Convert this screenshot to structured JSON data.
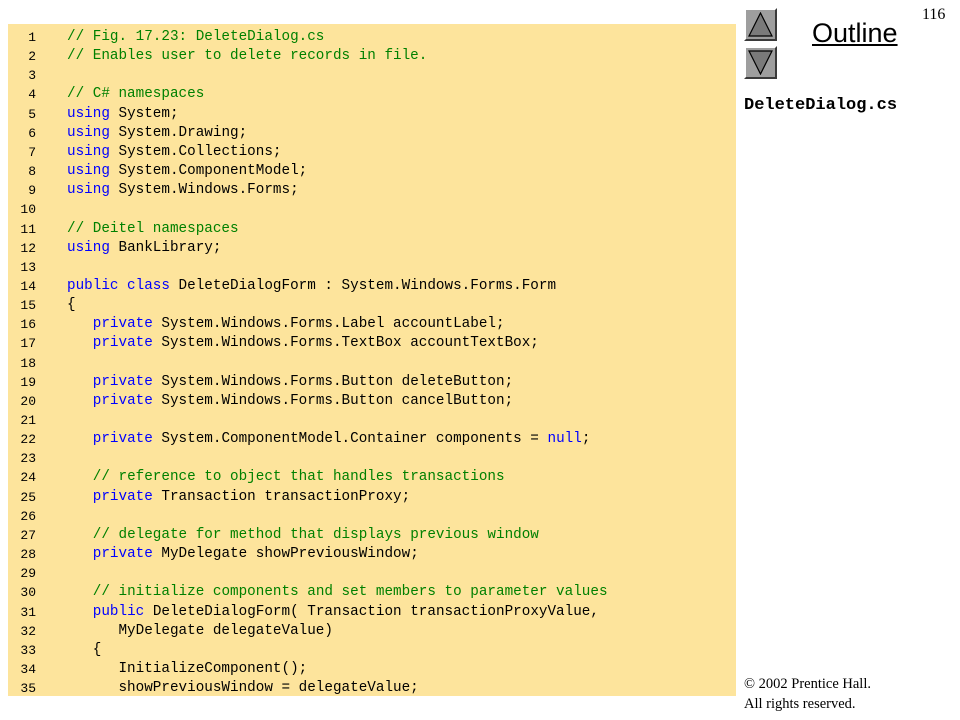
{
  "page_number": "116",
  "outline_label": "Outline",
  "file_label": "DeleteDialog.cs",
  "nav": {
    "up_icon": "triangle-up-icon",
    "down_icon": "triangle-down-icon"
  },
  "colors": {
    "code_background": "#fde49c",
    "keyword": "#0000ff",
    "comment": "#008000"
  },
  "copyright": {
    "line1": "© 2002 Prentice Hall.",
    "line2": "All rights reserved."
  },
  "code_lines": [
    {
      "n": "1",
      "segs": [
        {
          "t": "// Fig. 17.23: DeleteDialog.cs",
          "c": "cm"
        }
      ]
    },
    {
      "n": "2",
      "segs": [
        {
          "t": "// Enables user to delete records in file.",
          "c": "cm"
        }
      ]
    },
    {
      "n": "3",
      "segs": []
    },
    {
      "n": "4",
      "segs": [
        {
          "t": "// C# namespaces",
          "c": "cm"
        }
      ]
    },
    {
      "n": "5",
      "segs": [
        {
          "t": "using",
          "c": "kw"
        },
        {
          "t": " System;",
          "c": ""
        }
      ]
    },
    {
      "n": "6",
      "segs": [
        {
          "t": "using",
          "c": "kw"
        },
        {
          "t": " System.Drawing;",
          "c": ""
        }
      ]
    },
    {
      "n": "7",
      "segs": [
        {
          "t": "using",
          "c": "kw"
        },
        {
          "t": " System.Collections;",
          "c": ""
        }
      ]
    },
    {
      "n": "8",
      "segs": [
        {
          "t": "using",
          "c": "kw"
        },
        {
          "t": " System.ComponentModel;",
          "c": ""
        }
      ]
    },
    {
      "n": "9",
      "segs": [
        {
          "t": "using",
          "c": "kw"
        },
        {
          "t": " System.Windows.Forms;",
          "c": ""
        }
      ]
    },
    {
      "n": "10",
      "segs": []
    },
    {
      "n": "11",
      "segs": [
        {
          "t": "// Deitel namespaces",
          "c": "cm"
        }
      ]
    },
    {
      "n": "12",
      "segs": [
        {
          "t": "using",
          "c": "kw"
        },
        {
          "t": " BankLibrary;",
          "c": ""
        }
      ]
    },
    {
      "n": "13",
      "segs": []
    },
    {
      "n": "14",
      "segs": [
        {
          "t": "public class",
          "c": "kw"
        },
        {
          "t": " DeleteDialogForm : System.Windows.Forms.Form",
          "c": ""
        }
      ]
    },
    {
      "n": "15",
      "segs": [
        {
          "t": "{",
          "c": ""
        }
      ]
    },
    {
      "n": "16",
      "segs": [
        {
          "t": "   ",
          "c": ""
        },
        {
          "t": "private",
          "c": "kw"
        },
        {
          "t": " System.Windows.Forms.Label accountLabel;",
          "c": ""
        }
      ]
    },
    {
      "n": "17",
      "segs": [
        {
          "t": "   ",
          "c": ""
        },
        {
          "t": "private",
          "c": "kw"
        },
        {
          "t": " System.Windows.Forms.TextBox accountTextBox;",
          "c": ""
        }
      ]
    },
    {
      "n": "18",
      "segs": []
    },
    {
      "n": "19",
      "segs": [
        {
          "t": "   ",
          "c": ""
        },
        {
          "t": "private",
          "c": "kw"
        },
        {
          "t": " System.Windows.Forms.Button deleteButton;",
          "c": ""
        }
      ]
    },
    {
      "n": "20",
      "segs": [
        {
          "t": "   ",
          "c": ""
        },
        {
          "t": "private",
          "c": "kw"
        },
        {
          "t": " System.Windows.Forms.Button cancelButton;",
          "c": ""
        }
      ]
    },
    {
      "n": "21",
      "segs": []
    },
    {
      "n": "22",
      "segs": [
        {
          "t": "   ",
          "c": ""
        },
        {
          "t": "private",
          "c": "kw"
        },
        {
          "t": " System.ComponentModel.Container components = ",
          "c": ""
        },
        {
          "t": "null",
          "c": "kw"
        },
        {
          "t": ";",
          "c": ""
        }
      ]
    },
    {
      "n": "23",
      "segs": []
    },
    {
      "n": "24",
      "segs": [
        {
          "t": "   ",
          "c": ""
        },
        {
          "t": "// reference to object that handles transactions",
          "c": "cm"
        }
      ]
    },
    {
      "n": "25",
      "segs": [
        {
          "t": "   ",
          "c": ""
        },
        {
          "t": "private",
          "c": "kw"
        },
        {
          "t": " Transaction transactionProxy;",
          "c": ""
        }
      ]
    },
    {
      "n": "26",
      "segs": []
    },
    {
      "n": "27",
      "segs": [
        {
          "t": "   ",
          "c": ""
        },
        {
          "t": "// delegate for method that displays previous window",
          "c": "cm"
        }
      ]
    },
    {
      "n": "28",
      "segs": [
        {
          "t": "   ",
          "c": ""
        },
        {
          "t": "private",
          "c": "kw"
        },
        {
          "t": " MyDelegate showPreviousWindow;",
          "c": ""
        }
      ]
    },
    {
      "n": "29",
      "segs": []
    },
    {
      "n": "30",
      "segs": [
        {
          "t": "   ",
          "c": ""
        },
        {
          "t": "// initialize components and set members to parameter values",
          "c": "cm"
        }
      ]
    },
    {
      "n": "31",
      "segs": [
        {
          "t": "   ",
          "c": ""
        },
        {
          "t": "public",
          "c": "kw"
        },
        {
          "t": " DeleteDialogForm( Transaction transactionProxyValue,",
          "c": ""
        }
      ]
    },
    {
      "n": "32",
      "segs": [
        {
          "t": "      MyDelegate delegateValue)",
          "c": ""
        }
      ]
    },
    {
      "n": "33",
      "segs": [
        {
          "t": "   {",
          "c": ""
        }
      ]
    },
    {
      "n": "34",
      "segs": [
        {
          "t": "      InitializeComponent();",
          "c": ""
        }
      ]
    },
    {
      "n": "35",
      "segs": [
        {
          "t": "      showPreviousWindow = delegateValue;",
          "c": ""
        }
      ]
    }
  ]
}
